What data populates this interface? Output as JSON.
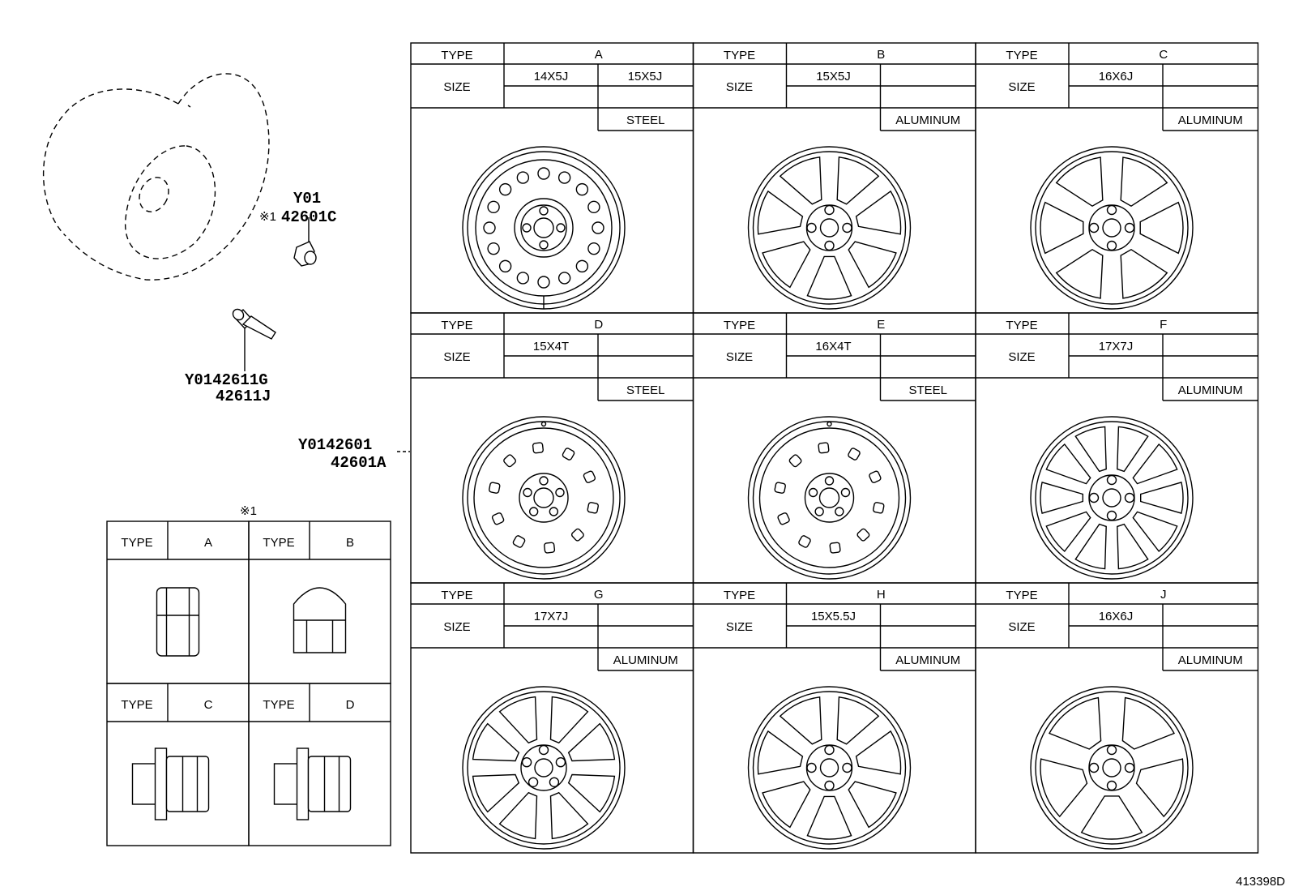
{
  "figure_number": "413398D",
  "note_mark": "※1",
  "callouts": {
    "ornament_code_1": "Y01",
    "ornament_code_2": "42601C",
    "ornament_mark": "※1",
    "valve_code_1": "Y0142611G",
    "valve_code_2": "42611J",
    "wheel_code_1": "Y0142601",
    "wheel_code_2": "42601A"
  },
  "labels": {
    "type": "TYPE",
    "size": "SIZE"
  },
  "wheel_table": [
    {
      "type": "A",
      "sizes": [
        "14X5J",
        "15X5J"
      ],
      "material": "STEEL",
      "style": "steel-holes"
    },
    {
      "type": "B",
      "sizes": [
        "15X5J"
      ],
      "material": "ALUMINUM",
      "style": "spoke-7"
    },
    {
      "type": "C",
      "sizes": [
        "16X6J"
      ],
      "material": "ALUMINUM",
      "style": "spoke-6"
    },
    {
      "type": "D",
      "sizes": [
        "15X4T"
      ],
      "material": "STEEL",
      "style": "steel-spare"
    },
    {
      "type": "E",
      "sizes": [
        "16X4T"
      ],
      "material": "STEEL",
      "style": "steel-spare"
    },
    {
      "type": "F",
      "sizes": [
        "17X7J"
      ],
      "material": "ALUMINUM",
      "style": "spoke-10"
    },
    {
      "type": "G",
      "sizes": [
        "17X7J"
      ],
      "material": "ALUMINUM",
      "style": "spoke-8"
    },
    {
      "type": "H",
      "sizes": [
        "15X5.5J"
      ],
      "material": "ALUMINUM",
      "style": "spoke-7b"
    },
    {
      "type": "J",
      "sizes": [
        "16X6J"
      ],
      "material": "ALUMINUM",
      "style": "spoke-5"
    }
  ],
  "nut_table": [
    {
      "type": "A",
      "style": "open-nut"
    },
    {
      "type": "B",
      "style": "cap-nut"
    },
    {
      "type": "C",
      "style": "flange-nut"
    },
    {
      "type": "D",
      "style": "flange-nut"
    }
  ]
}
